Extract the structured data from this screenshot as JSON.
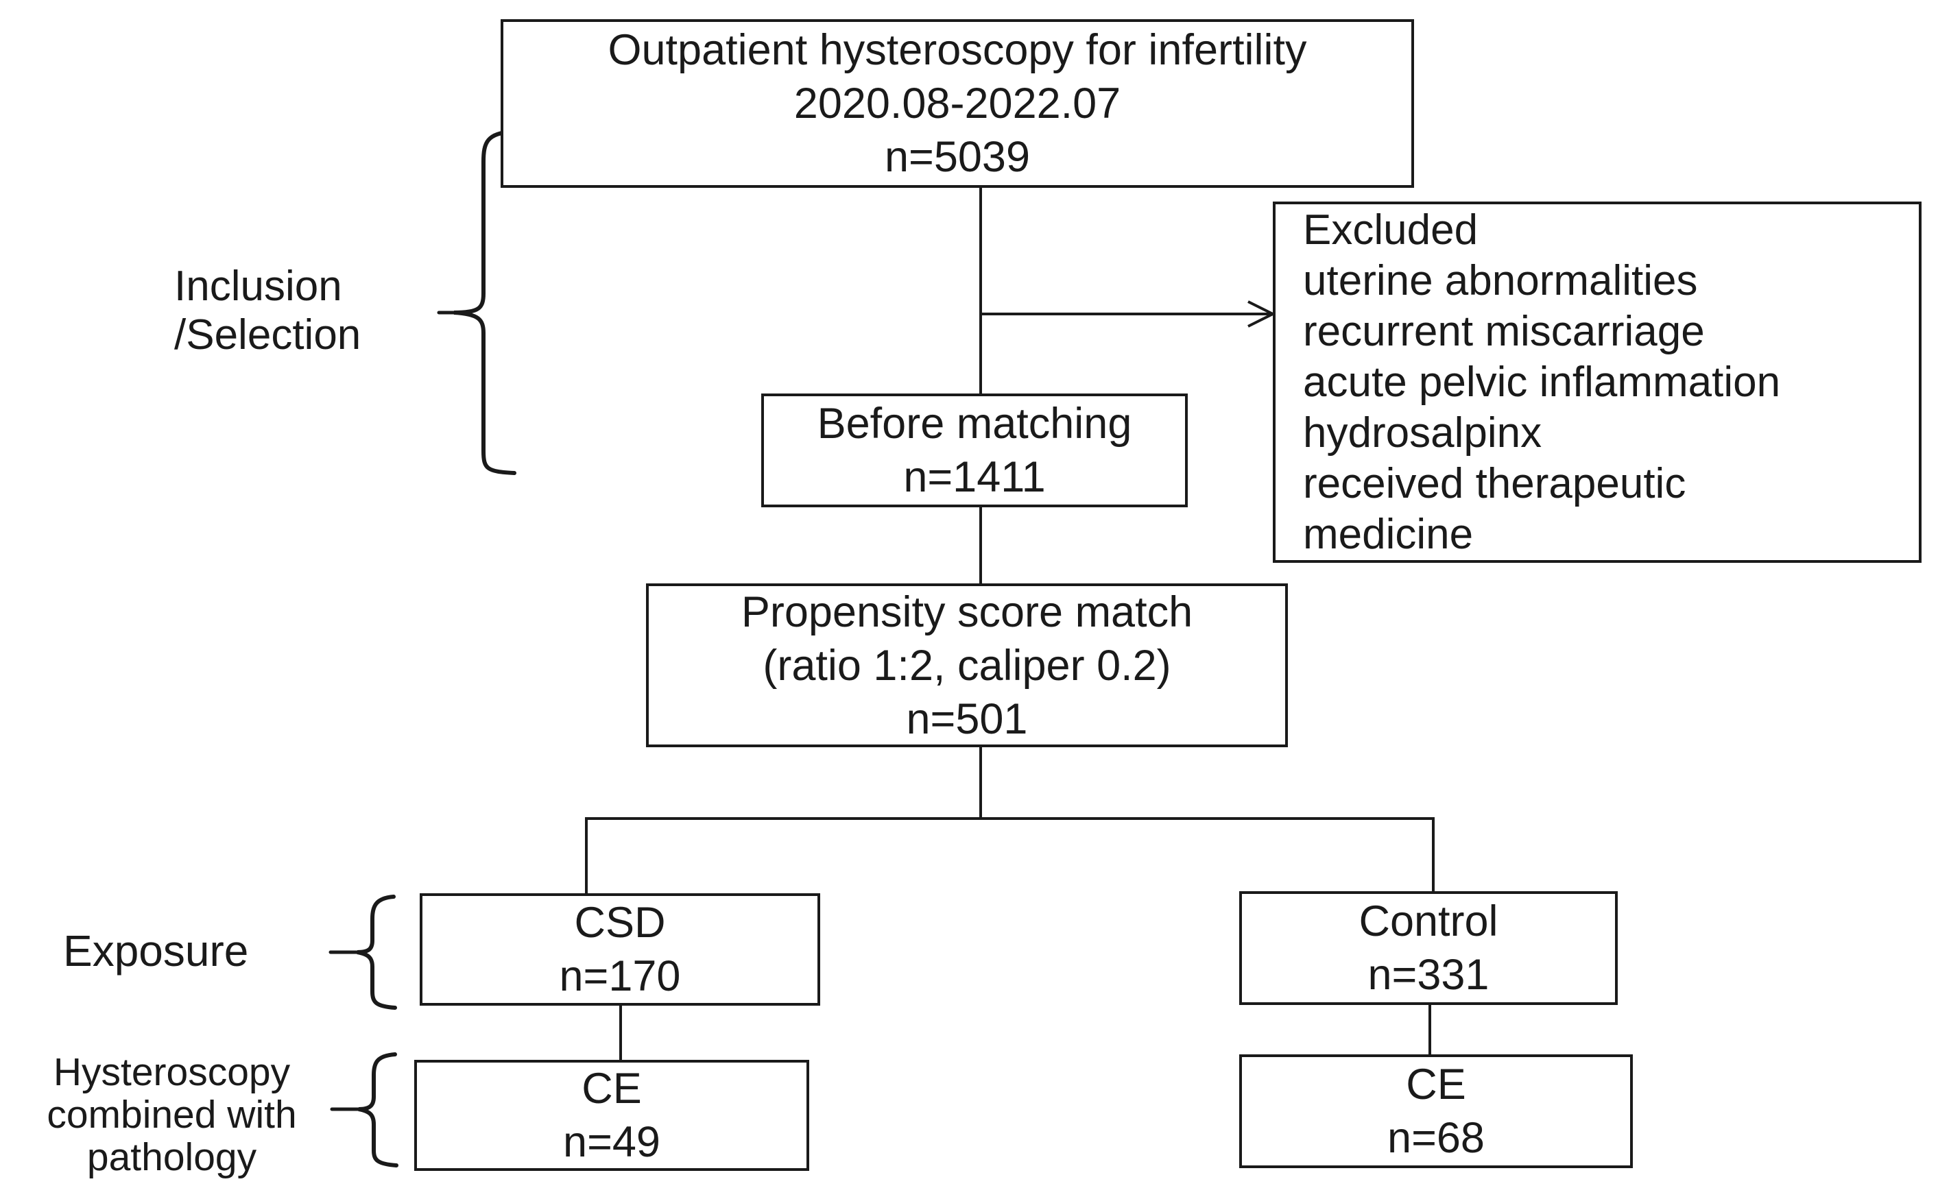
{
  "flowchart": {
    "background_color": "#ffffff",
    "ink_color": "#1a1a1a",
    "boxes": {
      "outpatient": {
        "lines": [
          "Outpatient hysteroscopy for infertility",
          "2020.08-2022.07",
          "n=5039"
        ]
      },
      "excluded": {
        "lines": [
          "Excluded",
          "uterine abnormalities",
          "recurrent miscarriage",
          "acute pelvic inflammation",
          "hydrosalpinx",
          "received therapeutic",
          "medicine"
        ]
      },
      "before_matching": {
        "lines": [
          "Before matching",
          "n=1411"
        ]
      },
      "propensity": {
        "lines": [
          "Propensity score match",
          "(ratio 1:2, caliper 0.2)",
          "n=501"
        ]
      },
      "csd": {
        "lines": [
          "CSD",
          "n=170"
        ]
      },
      "control": {
        "lines": [
          "Control",
          "n=331"
        ]
      },
      "ce_csd": {
        "lines": [
          "CE",
          "n=49"
        ]
      },
      "ce_control": {
        "lines": [
          "CE",
          "n=68"
        ]
      }
    },
    "stage_labels": {
      "inclusion": {
        "lines": [
          "Inclusion",
          "/Selection"
        ]
      },
      "exposure": {
        "lines": [
          "Exposure"
        ]
      },
      "pathology": {
        "lines": [
          "Hysteroscopy",
          "combined with",
          "pathology"
        ]
      }
    }
  }
}
